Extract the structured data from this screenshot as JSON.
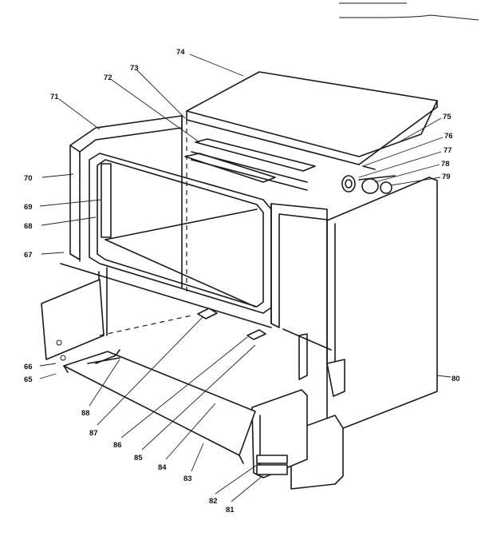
{
  "callouts": [
    {
      "id": "c74",
      "text": "74"
    },
    {
      "id": "c73",
      "text": "73"
    },
    {
      "id": "c72",
      "text": "72"
    },
    {
      "id": "c71",
      "text": "71"
    },
    {
      "id": "c75",
      "text": "75"
    },
    {
      "id": "c76",
      "text": "76"
    },
    {
      "id": "c77",
      "text": "77"
    },
    {
      "id": "c78",
      "text": "78"
    },
    {
      "id": "c79",
      "text": "79"
    },
    {
      "id": "c70",
      "text": "70"
    },
    {
      "id": "c69",
      "text": "69"
    },
    {
      "id": "c68",
      "text": "68"
    },
    {
      "id": "c67",
      "text": "67"
    },
    {
      "id": "c66",
      "text": "66"
    },
    {
      "id": "c65",
      "text": "65"
    },
    {
      "id": "c88",
      "text": "88"
    },
    {
      "id": "c87",
      "text": "87"
    },
    {
      "id": "c86",
      "text": "86"
    },
    {
      "id": "c85",
      "text": "85"
    },
    {
      "id": "c84",
      "text": "84"
    },
    {
      "id": "c83",
      "text": "83"
    },
    {
      "id": "c82",
      "text": "82"
    },
    {
      "id": "c81",
      "text": "81"
    },
    {
      "id": "c80",
      "text": "80"
    }
  ]
}
